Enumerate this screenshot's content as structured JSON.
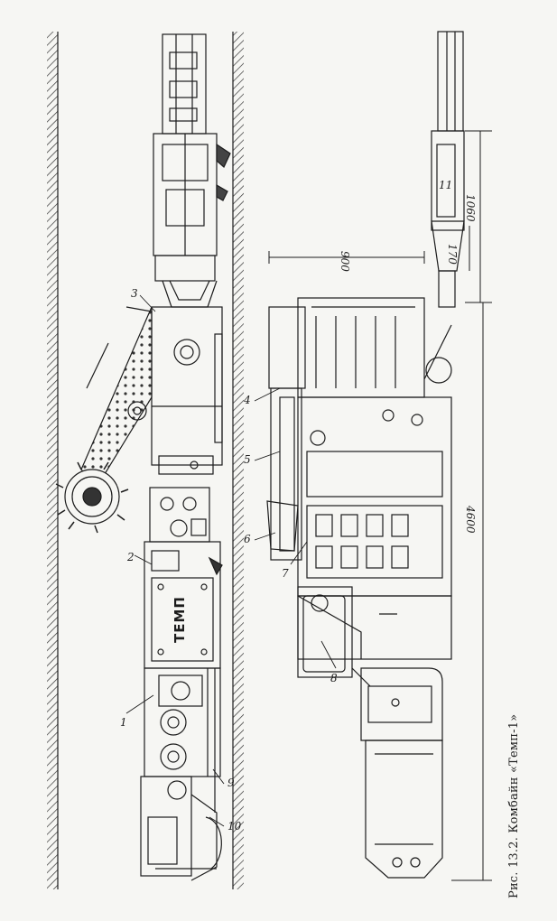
{
  "figure": {
    "caption": "Рис. 13.2. Комбайн «Темп-1»",
    "nameplate": "ТЕМП",
    "callouts": [
      "1",
      "2",
      "3",
      "4",
      "5",
      "6",
      "7",
      "8",
      "9",
      "10",
      "11"
    ],
    "dimensions": {
      "d900": "900",
      "d1060": "1060",
      "d170": "170",
      "d4600": "4600"
    }
  }
}
